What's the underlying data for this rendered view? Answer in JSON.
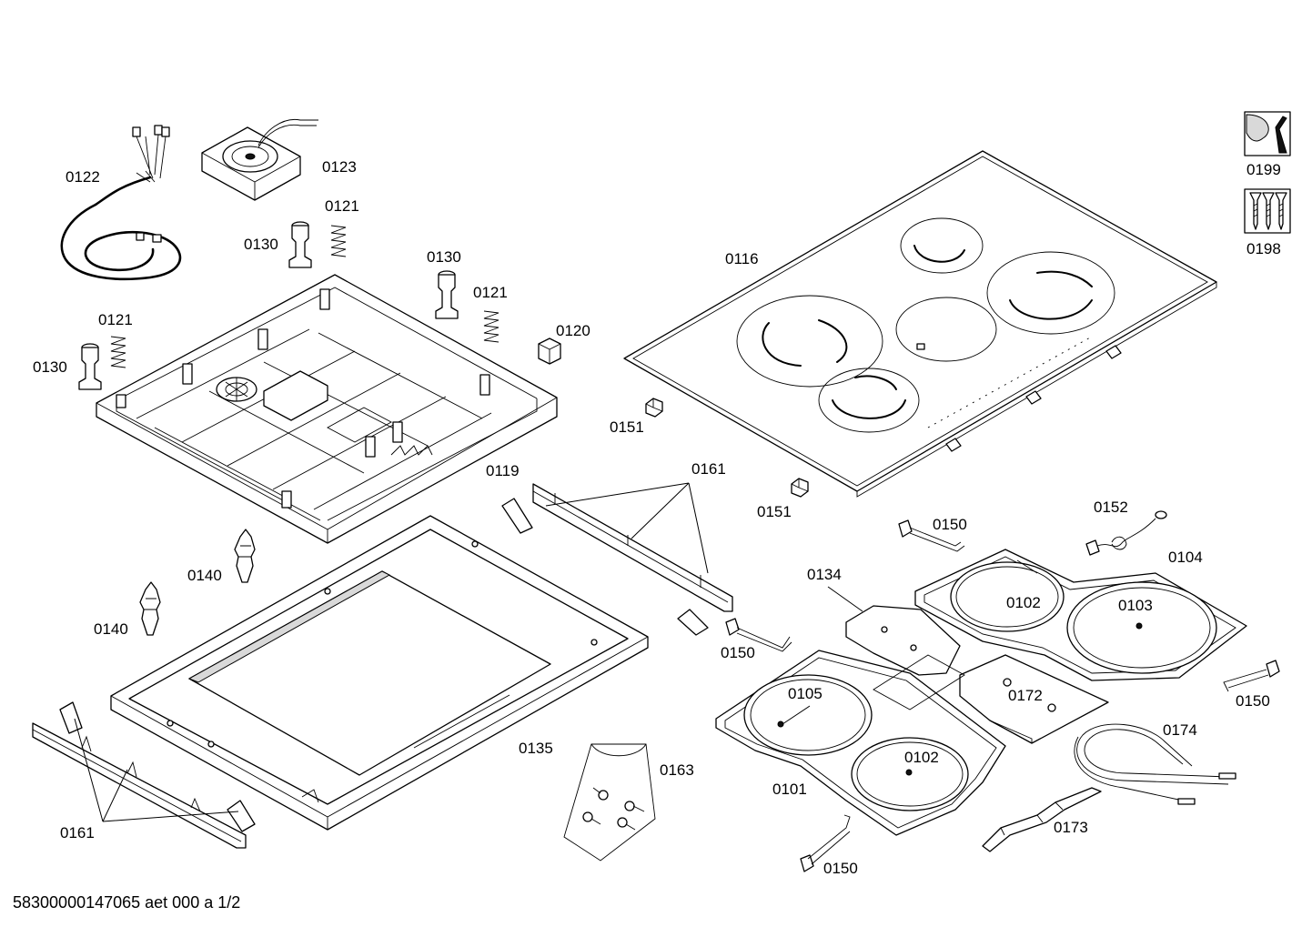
{
  "labels": {
    "p0122": "0122",
    "p0123": "0123",
    "p0121_a": "0121",
    "p0130_a": "0130",
    "p0130_b": "0130",
    "p0121_b": "0121",
    "p0121_c": "0121",
    "p0130_c": "0130",
    "p0120": "0120",
    "p0116": "0116",
    "p0199": "0199",
    "p0198": "0198",
    "p0151_a": "0151",
    "p0151_b": "0151",
    "p0119": "0119",
    "p0161_a": "0161",
    "p0161_b": "0161",
    "p0140_a": "0140",
    "p0140_b": "0140",
    "p0135": "0135",
    "p0163": "0163",
    "p0150_a": "0150",
    "p0150_b": "0150",
    "p0150_c": "0150",
    "p0150_d": "0150",
    "p0152": "0152",
    "p0104": "0104",
    "p0134": "0134",
    "p0102_a": "0102",
    "p0103": "0103",
    "p0105": "0105",
    "p0172": "0172",
    "p0174": "0174",
    "p0102_b": "0102",
    "p0101": "0101",
    "p0173": "0173"
  },
  "footer": "58300000147065 aet 000 a 1/2",
  "icons": {
    "service_tool": "wrench-icon",
    "screws_set": "screws-icon"
  }
}
